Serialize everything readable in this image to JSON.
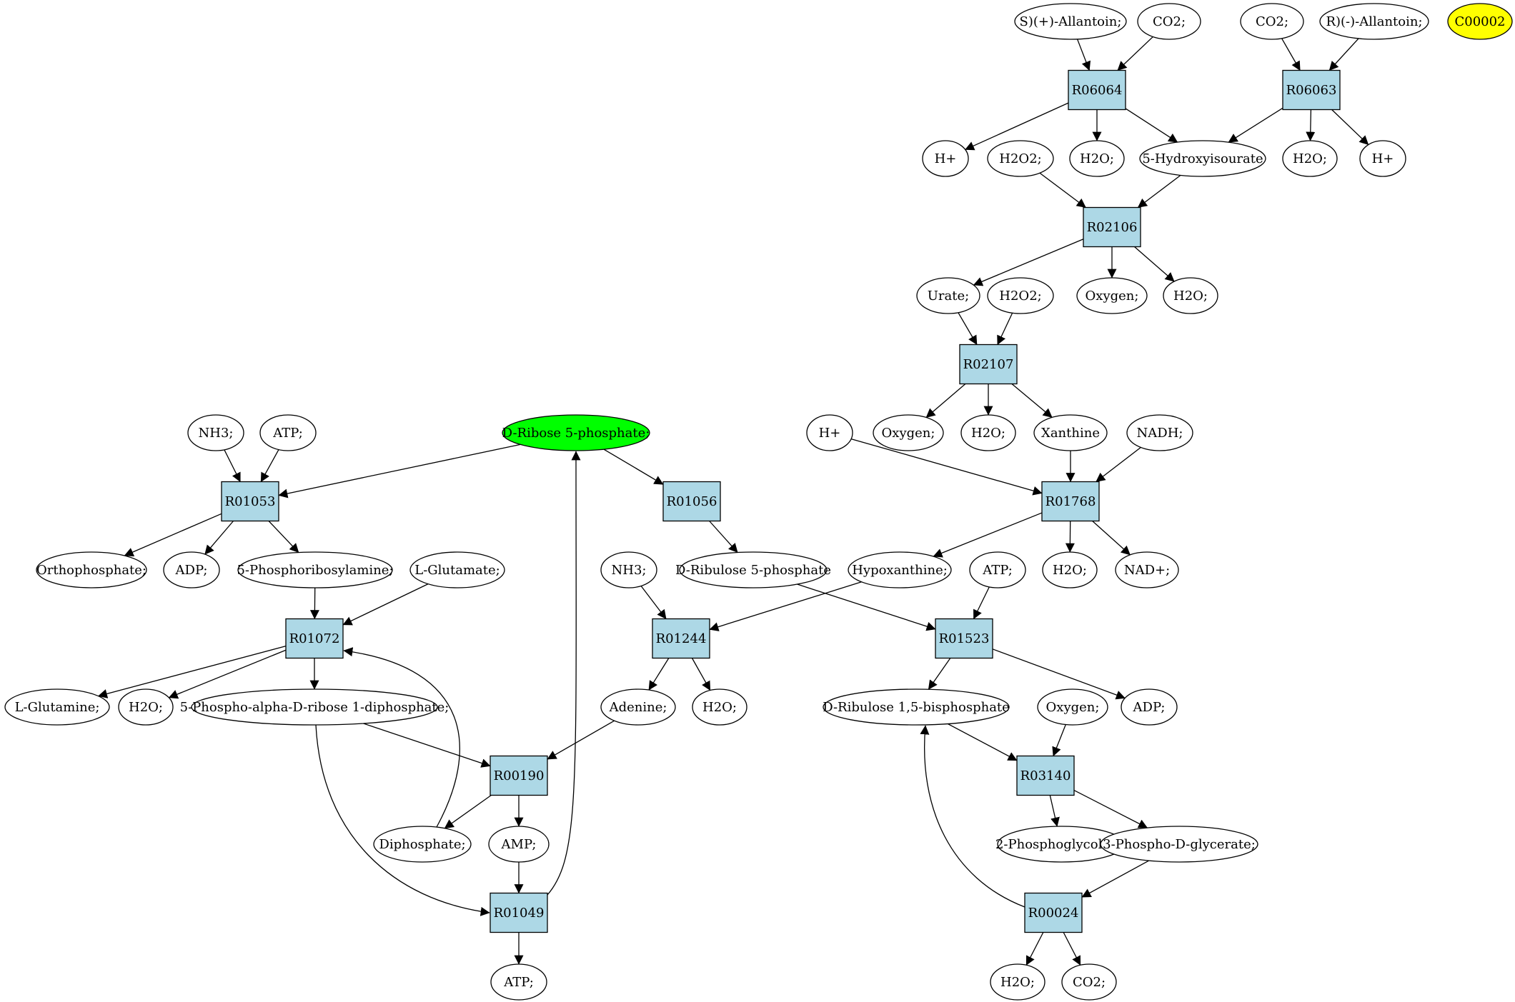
{
  "colors": {
    "compound_fill": "#ffffff",
    "reaction_fill": "#add8e6",
    "highlight_green": "#00ff00",
    "highlight_yellow": "#ffff00",
    "stroke": "#000000"
  },
  "compounds": {
    "allantoin_s": "S)(+)-Allantoin;",
    "co2_a": "CO2;",
    "co2_b": "CO2;",
    "allantoin_r": "R)(-)-Allantoin;",
    "c00002": "C00002",
    "hplus_a": "H+",
    "h2o2_a": "H2O2;",
    "h2o_a": "H2O;",
    "hydroxyisourate": "5-Hydroxyisourate",
    "h2o_b": "H2O;",
    "hplus_b": "H+",
    "urate": "Urate;",
    "h2o2_b": "H2O2;",
    "oxygen_a": "Oxygen;",
    "h2o_c": "H2O;",
    "hplus_c": "H+",
    "oxygen_b": "Oxygen;",
    "h2o_d": "H2O;",
    "xanthine": "Xanthine",
    "nadh": "NADH;",
    "nh3_a": "NH3;",
    "atp_a": "ATP;",
    "ribose5p": "D-Ribose 5-phosphate;",
    "orthophosphate": "Orthophosphate;",
    "adp_a": "ADP;",
    "phosphoribosylamine": "5-Phosphoribosylamine;",
    "lglutamate": "L-Glutamate;",
    "nh3_b": "NH3;",
    "ribulose5p": "D-Ribulose 5-phosphate",
    "hypoxanthine": "Hypoxanthine;",
    "atp_b": "ATP;",
    "h2o_e": "H2O;",
    "nadplus": "NAD+;",
    "lglutamine": "L-Glutamine;",
    "h2o_f": "H2O;",
    "prpp": "5-Phospho-alpha-D-ribose 1-diphosphate;",
    "adenine": "Adenine;",
    "h2o_g": "H2O;",
    "ribulose15bp": "D-Ribulose 1,5-bisphosphate",
    "oxygen_c": "Oxygen;",
    "adp_b": "ADP;",
    "diphosphate": "Diphosphate;",
    "amp": "AMP;",
    "phosphoglycolate": "2-Phosphoglycolate;",
    "phosphoglycerate": "3-Phospho-D-glycerate;",
    "atp_c": "ATP;",
    "h2o_h": "H2O;",
    "co2_c": "CO2;"
  },
  "reactions": {
    "r06064": "R06064",
    "r06063": "R06063",
    "r02106": "R02106",
    "r02107": "R02107",
    "r01053": "R01053",
    "r01056": "R01056",
    "r01768": "R01768",
    "r01072": "R01072",
    "r01244": "R01244",
    "r01523": "R01523",
    "r00190": "R00190",
    "r03140": "R03140",
    "r01049": "R01049",
    "r00024": "R00024"
  }
}
